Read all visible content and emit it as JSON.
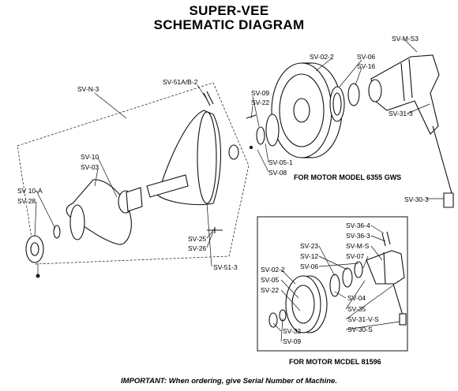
{
  "header": {
    "line1": "SUPER-VEE",
    "line2": "SCHEMATIC DIAGRAM"
  },
  "captions": {
    "motor_main": "FOR MOTOR MODEL 6355 GWS",
    "motor_inset": "FOR MOTOR MCDEL 81596"
  },
  "labels": {
    "sv_n_3": "SV-N-3",
    "sv_51ab_2": "SV-51A/B-2",
    "sv_09": "SV-09",
    "sv_22": "SV-22",
    "sv_02_2": "SV-02-2",
    "sv_06": "SV-06",
    "sv_16": "SV-16",
    "sv_m_s3": "SV-M-S3",
    "sv_31_3": "SV-31-3",
    "sv_30_3": "SV-30-3",
    "sv_05_1": "SV-05-1",
    "sv_08": "SV-08",
    "sv_10": "SV-10",
    "sv_03": "SV-03",
    "sv_10a": "SV 10-A",
    "sv_28": "SV-28",
    "sv_25": "SV-25",
    "sv_26": "SV-26",
    "sv_51_3": "SV-51-3",
    "i_sv_36_4": "SV-36-4",
    "i_sv_36_3": "SV-36-3",
    "i_sv_m_s": "SV-M-S",
    "i_sv_07": "SV-07",
    "i_sv_23": "SV-23",
    "i_sv_12": "SV-12",
    "i_sv_06": "SV-06",
    "i_sv_02_2": "SV-02-2",
    "i_sv_05": "SV-05",
    "i_sv_22": "SV-22",
    "i_sv_04": "SV-04",
    "i_sv_35": "SV-35",
    "i_sv_31_v_s": "SV-31-V-S",
    "i_sv_30_s": "SV-30-S",
    "i_sv_32": "SV-32",
    "i_sv_09": "SV-09"
  },
  "footer": {
    "note": "IMPORTANT: When ordering, give Serial Number of Machine."
  }
}
